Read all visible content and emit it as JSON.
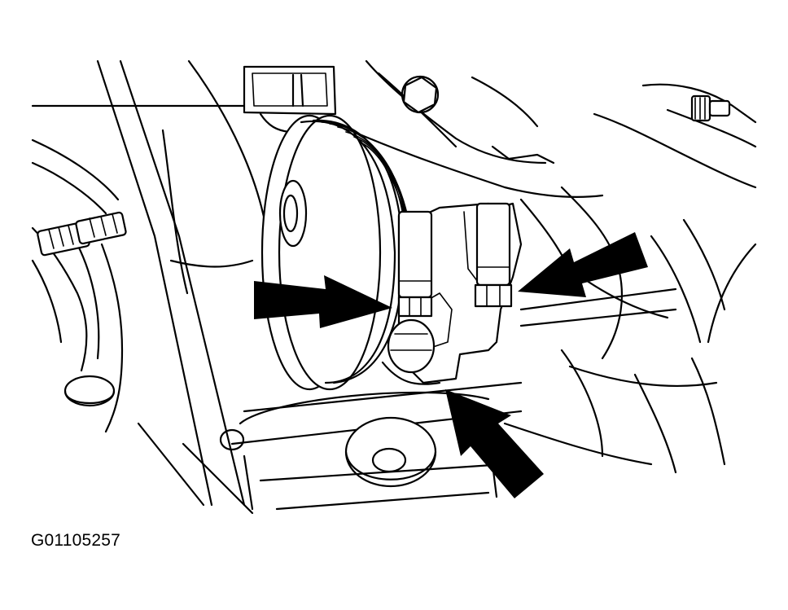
{
  "figure_id": "G01105257",
  "colors": {
    "background": "#ffffff",
    "line": "#000000",
    "arrow": "#000000"
  },
  "callouts": [
    {
      "name": "left-fitting-arrow"
    },
    {
      "name": "right-fitting-arrow"
    },
    {
      "name": "bottom-bolt-arrow"
    }
  ]
}
